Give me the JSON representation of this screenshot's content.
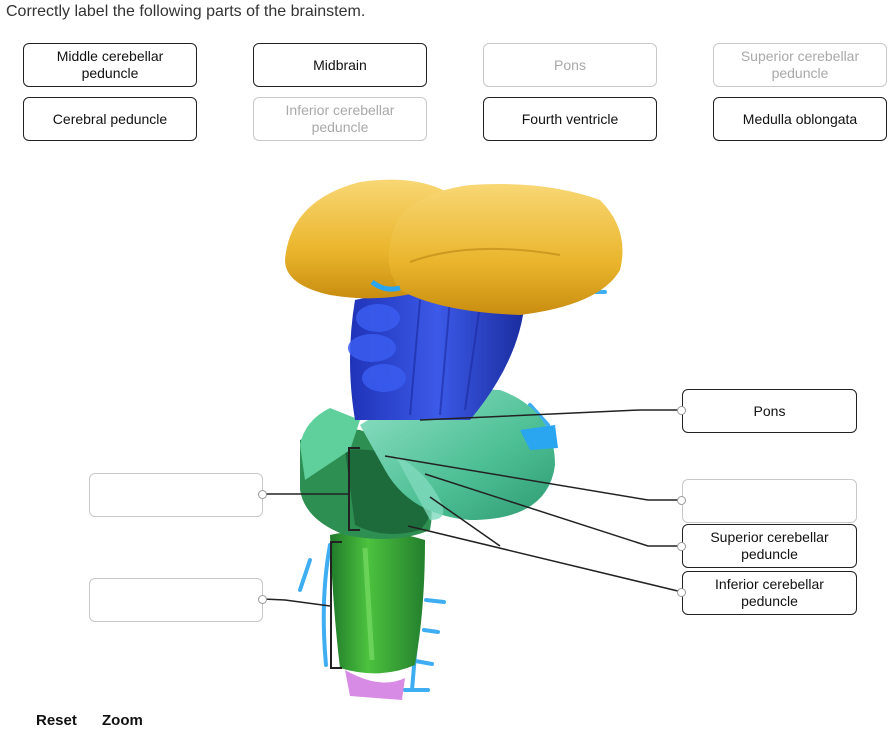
{
  "instruction": "Correctly label the following parts of the brainstem.",
  "label_bank": [
    {
      "text": "Middle cerebellar peduncle",
      "used": false
    },
    {
      "text": "Midbrain",
      "used": false
    },
    {
      "text": "Pons",
      "used": true
    },
    {
      "text": "Superior cerebellar peduncle",
      "used": true
    },
    {
      "text": "Cerebral peduncle",
      "used": false
    },
    {
      "text": "Inferior cerebellar peduncle",
      "used": true
    },
    {
      "text": "Fourth ventricle",
      "used": false
    },
    {
      "text": "Medulla oblongata",
      "used": false
    }
  ],
  "targets": {
    "left_upper": "",
    "left_lower": "",
    "right_pons": "Pons",
    "right_empty": "",
    "right_superior": "Superior cerebellar peduncle",
    "right_inferior": "Inferior cerebellar peduncle"
  },
  "controls": {
    "reset": "Reset",
    "zoom": "Zoom"
  }
}
